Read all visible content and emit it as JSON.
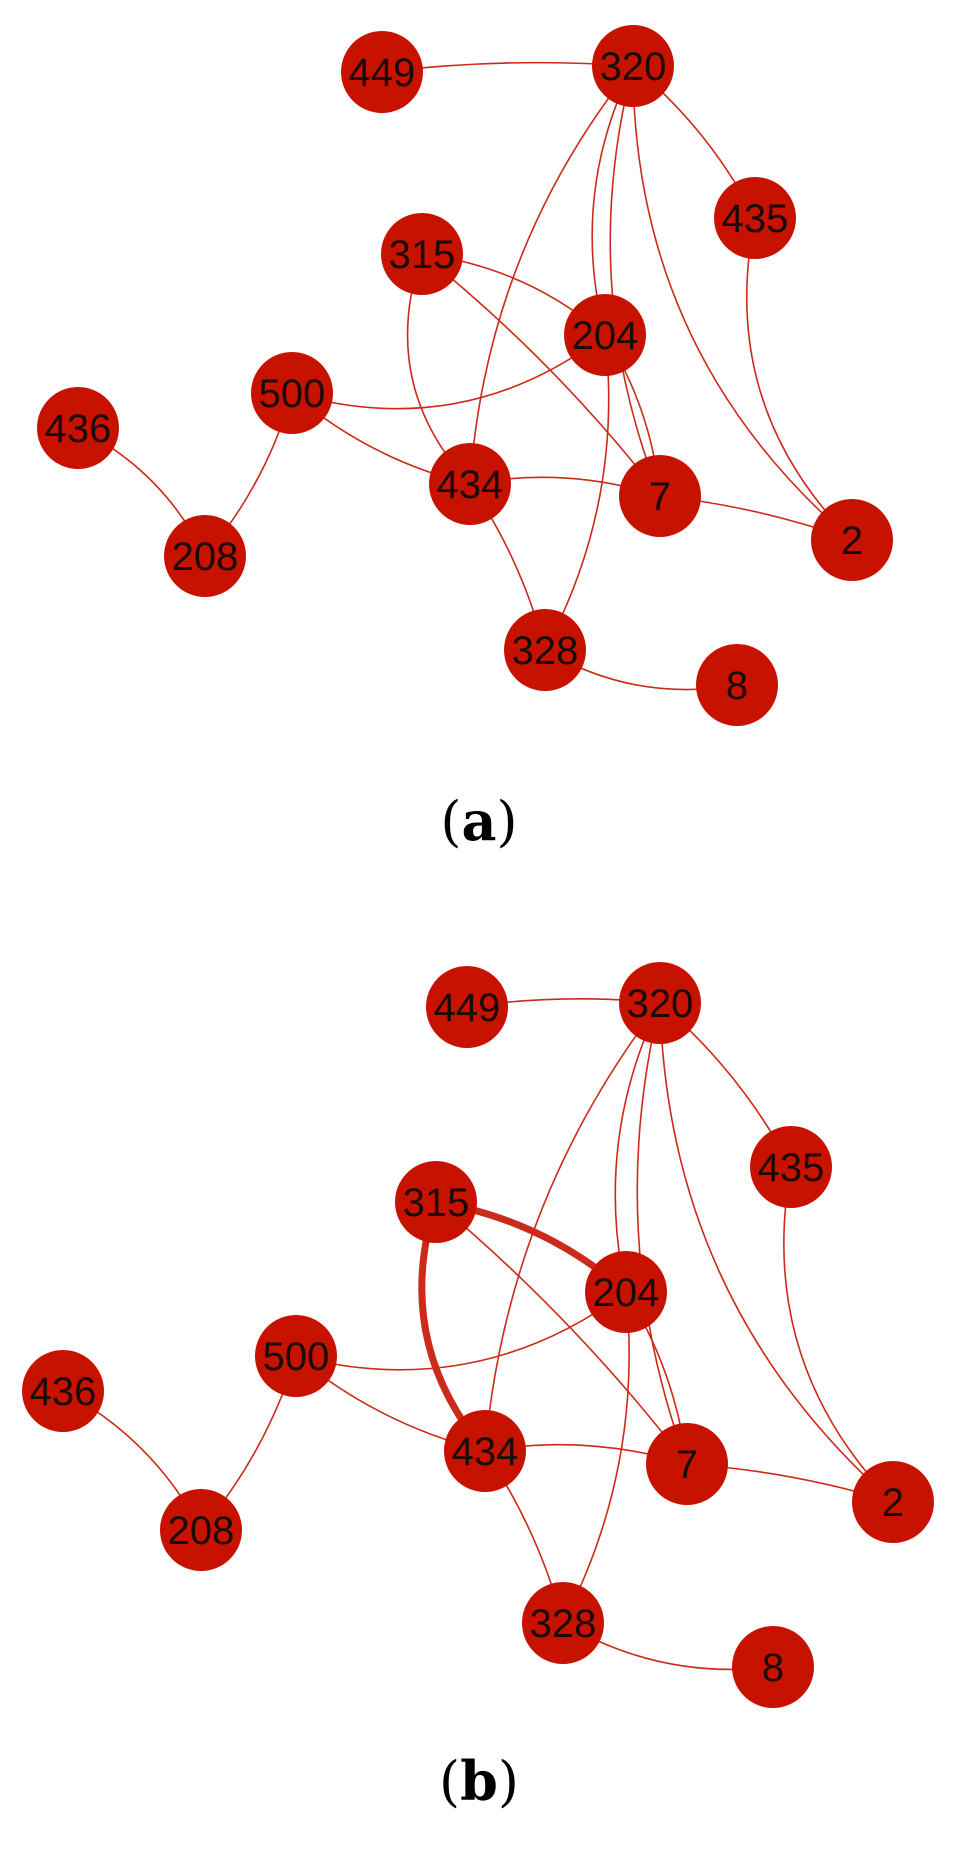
{
  "colors": {
    "node_fill": "#c81200",
    "edge_stroke": "#cc2a1a",
    "label_text": "#1a0a08"
  },
  "panels": [
    {
      "id": "a",
      "caption_letter": "a",
      "nodes": [
        "449",
        "320",
        "435",
        "315",
        "204",
        "500",
        "436",
        "434",
        "7",
        "2",
        "208",
        "328",
        "8"
      ],
      "edges": [
        {
          "source": "449",
          "target": "320",
          "weight": 1
        },
        {
          "source": "320",
          "target": "435",
          "weight": 1
        },
        {
          "source": "320",
          "target": "204",
          "weight": 1
        },
        {
          "source": "320",
          "target": "434",
          "weight": 1
        },
        {
          "source": "320",
          "target": "2",
          "weight": 1
        },
        {
          "source": "320",
          "target": "7",
          "weight": 1
        },
        {
          "source": "435",
          "target": "2",
          "weight": 1
        },
        {
          "source": "315",
          "target": "204",
          "weight": 1
        },
        {
          "source": "315",
          "target": "434",
          "weight": 1
        },
        {
          "source": "315",
          "target": "7",
          "weight": 1
        },
        {
          "source": "204",
          "target": "500",
          "weight": 1
        },
        {
          "source": "204",
          "target": "7",
          "weight": 1
        },
        {
          "source": "204",
          "target": "328",
          "weight": 1
        },
        {
          "source": "500",
          "target": "434",
          "weight": 1
        },
        {
          "source": "500",
          "target": "208",
          "weight": 1
        },
        {
          "source": "436",
          "target": "208",
          "weight": 1
        },
        {
          "source": "434",
          "target": "7",
          "weight": 1
        },
        {
          "source": "434",
          "target": "328",
          "weight": 1
        },
        {
          "source": "7",
          "target": "2",
          "weight": 1
        },
        {
          "source": "328",
          "target": "8",
          "weight": 1
        }
      ]
    },
    {
      "id": "b",
      "caption_letter": "b",
      "nodes": [
        "449",
        "320",
        "435",
        "315",
        "204",
        "500",
        "436",
        "434",
        "7",
        "2",
        "208",
        "328",
        "8"
      ],
      "edges": [
        {
          "source": "449",
          "target": "320",
          "weight": 1
        },
        {
          "source": "320",
          "target": "435",
          "weight": 1
        },
        {
          "source": "320",
          "target": "204",
          "weight": 1
        },
        {
          "source": "320",
          "target": "434",
          "weight": 1
        },
        {
          "source": "320",
          "target": "2",
          "weight": 1
        },
        {
          "source": "320",
          "target": "7",
          "weight": 1
        },
        {
          "source": "435",
          "target": "2",
          "weight": 1
        },
        {
          "source": "315",
          "target": "204",
          "weight": 5
        },
        {
          "source": "315",
          "target": "434",
          "weight": 5
        },
        {
          "source": "315",
          "target": "7",
          "weight": 1
        },
        {
          "source": "204",
          "target": "500",
          "weight": 1
        },
        {
          "source": "204",
          "target": "7",
          "weight": 1
        },
        {
          "source": "204",
          "target": "328",
          "weight": 1
        },
        {
          "source": "500",
          "target": "434",
          "weight": 1
        },
        {
          "source": "500",
          "target": "208",
          "weight": 1
        },
        {
          "source": "436",
          "target": "208",
          "weight": 1
        },
        {
          "source": "434",
          "target": "7",
          "weight": 1
        },
        {
          "source": "434",
          "target": "328",
          "weight": 1
        },
        {
          "source": "7",
          "target": "2",
          "weight": 1
        },
        {
          "source": "328",
          "target": "8",
          "weight": 1
        }
      ]
    }
  ]
}
